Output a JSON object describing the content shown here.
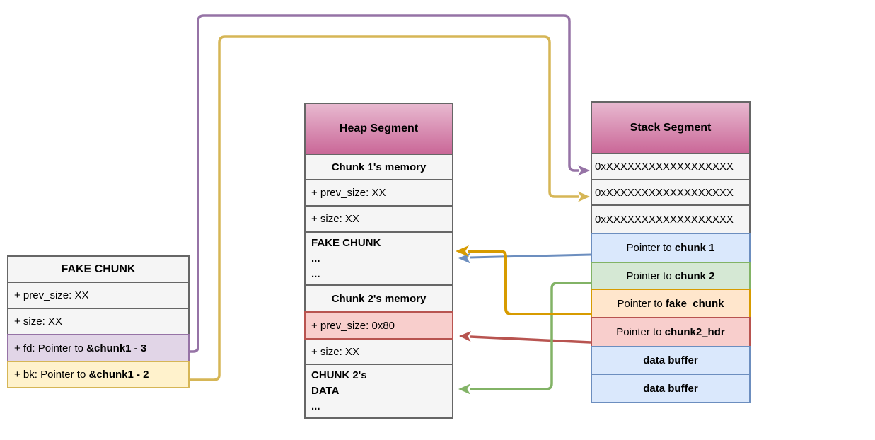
{
  "fake_chunk_table": {
    "title": "FAKE CHUNK",
    "rows": {
      "prev_size": "+ prev_size: XX",
      "size": "+ size: XX",
      "fd_prefix": "+ fd: Pointer to ",
      "fd_bold": "&chunk1 - 3",
      "bk_prefix": "+ bk: Pointer to ",
      "bk_bold": "&chunk1 - 2"
    }
  },
  "heap_table": {
    "title": "Heap Segment",
    "rows": {
      "chunk1_header": "Chunk 1's memory",
      "prev_size": "+ prev_size: XX",
      "size": "+ size: XX",
      "fake_chunk_line1": "FAKE CHUNK",
      "fake_chunk_line2": "...",
      "fake_chunk_line3": "...",
      "chunk2_header": "Chunk 2's memory",
      "prev_size2": "+ prev_size: 0x80",
      "size2": "+ size: XX",
      "chunk2_data_line1": "CHUNK 2's",
      "chunk2_data_line2": "DATA",
      "chunk2_data_line3": "..."
    }
  },
  "stack_table": {
    "title": "Stack Segment",
    "rows": {
      "addr1": "0xXXXXXXXXXXXXXXXXXX",
      "addr2": "0xXXXXXXXXXXXXXXXXXX",
      "addr3": "0xXXXXXXXXXXXXXXXXXX",
      "ptr_prefix": "Pointer to ",
      "ptr_chunk1": "chunk 1",
      "ptr_chunk2": "chunk 2",
      "ptr_fake_chunk": "fake_chunk",
      "ptr_chunk2_hdr": "chunk2_hdr",
      "data_buffer1": "data buffer",
      "data_buffer2": "data buffer"
    }
  },
  "colors": {
    "purple_stroke": "#9673a6",
    "purple_fill": "#e1d5e7",
    "yellow_stroke": "#d6b656",
    "yellow_fill": "#fff2cc",
    "orange_stroke": "#d79b00",
    "orange_fill": "#ffe6cc",
    "blue_stroke": "#6c8ebf",
    "blue_fill": "#dae8fc",
    "green_stroke": "#82b366",
    "green_fill": "#d5e8d4",
    "red_stroke": "#b85450",
    "red_fill": "#f8cecc",
    "gray_stroke": "#666666",
    "gray_fill": "#f5f5f5",
    "header_gradient_top": "#e8b9d0",
    "header_gradient_bottom": "#ca6898"
  }
}
